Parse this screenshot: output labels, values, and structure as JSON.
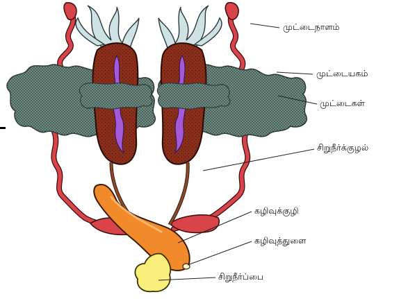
{
  "labels": {
    "oviduct": "முட்டைநாளம்",
    "ovary": "முட்டையகம்",
    "eggs": "முட்டைகள்",
    "ureter": "சிறுநீர்க்குழல்",
    "cloaca": "கழிவுக்குழி",
    "cloacal_opening": "கழிவுத்துளை",
    "urinary_bladder": "சிறுநீர்ப்பை"
  },
  "colors": {
    "oviduct": "#d9434a",
    "ovary": "#5f7a72",
    "kidney": "#8b2f1c",
    "kidney_core": "#a45ad6",
    "fat_body": "#cfe3e6",
    "cloaca": "#f08a2a",
    "bladder": "#f8ef7a",
    "ureter": "#8a4a2b"
  }
}
